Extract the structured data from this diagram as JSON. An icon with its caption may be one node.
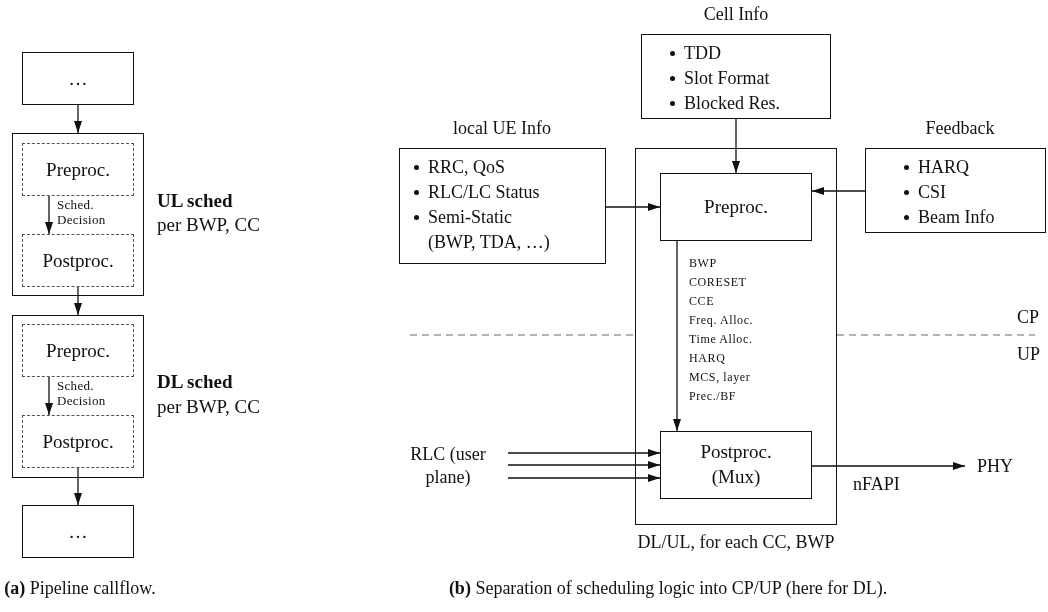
{
  "diagram": {
    "nodes": [
      {
        "text": [
          "…"
        ]
      },
      {
        "text": [
          "UL sched",
          "per BWP, CC"
        ]
      },
      {
        "text": [
          "Preproc."
        ],
        "in": 1
      },
      {
        "text": [
          "Postproc."
        ],
        "in": 1
      },
      {
        "text": [
          "DL sched",
          "per BWP, CC"
        ]
      },
      {
        "text": [
          "Preproc."
        ],
        "in": 4
      },
      {
        "text": [
          "Postproc."
        ],
        "in": 4
      },
      {
        "text": [
          "…"
        ]
      },
      {
        "text": [
          "Cell Info",
          "TDD",
          "Slot Format",
          "Blocked Res."
        ]
      },
      {
        "text": [
          "local UE Info",
          "RRC, QoS",
          "RLC/LC Status",
          "Semi-Static (BWP, TDA, …)"
        ]
      },
      {
        "text": [
          "DL/UL, for each CC, BWP"
        ]
      },
      {
        "text": [
          "Preproc."
        ],
        "in": 10
      },
      {
        "text": [
          "Feedback",
          "HARQ",
          "CSI",
          "Beam Info"
        ]
      },
      {
        "text": [
          "Postproc. (Mux)"
        ],
        "in": 10
      },
      {
        "text": [
          "RLC (user plane)"
        ]
      },
      {
        "text": [
          "PHY"
        ]
      }
    ],
    "edges": [
      {
        "from": 0,
        "to": 1,
        "arrow": "to"
      },
      {
        "from": 2,
        "to": 3,
        "arrow": "to",
        "label": "Sched. Decision"
      },
      {
        "from": 3,
        "to": 4,
        "arrow": "to"
      },
      {
        "from": 5,
        "to": 6,
        "arrow": "to",
        "label": "Sched. Decision"
      },
      {
        "from": 6,
        "to": 7,
        "arrow": "to"
      },
      {
        "from": 8,
        "to": 11,
        "arrow": "to"
      },
      {
        "from": 9,
        "to": 11,
        "arrow": "to"
      },
      {
        "from": 12,
        "to": 11,
        "arrow": "to"
      },
      {
        "from": 11,
        "to": 13,
        "arrow": "to"
      },
      {
        "from": 14,
        "to": 13,
        "arrow": "to"
      },
      {
        "from": 14,
        "to": 13,
        "arrow": "to"
      },
      {
        "from": 14,
        "to": 13,
        "arrow": "to"
      },
      {
        "from": 13,
        "to": 15,
        "arrow": "to",
        "label": "nFAPI"
      }
    ],
    "labels": [
      "BWP",
      "CORESET",
      "CCE",
      "Freq. Alloc.",
      "Time Alloc.",
      "HARQ",
      "MCS, layer",
      "Prec./BF",
      "CP",
      "UP",
      "**(a)** Pipeline callflow.",
      "**(b)** Separation of scheduling logic into CP/UP (here for DL)."
    ]
  }
}
